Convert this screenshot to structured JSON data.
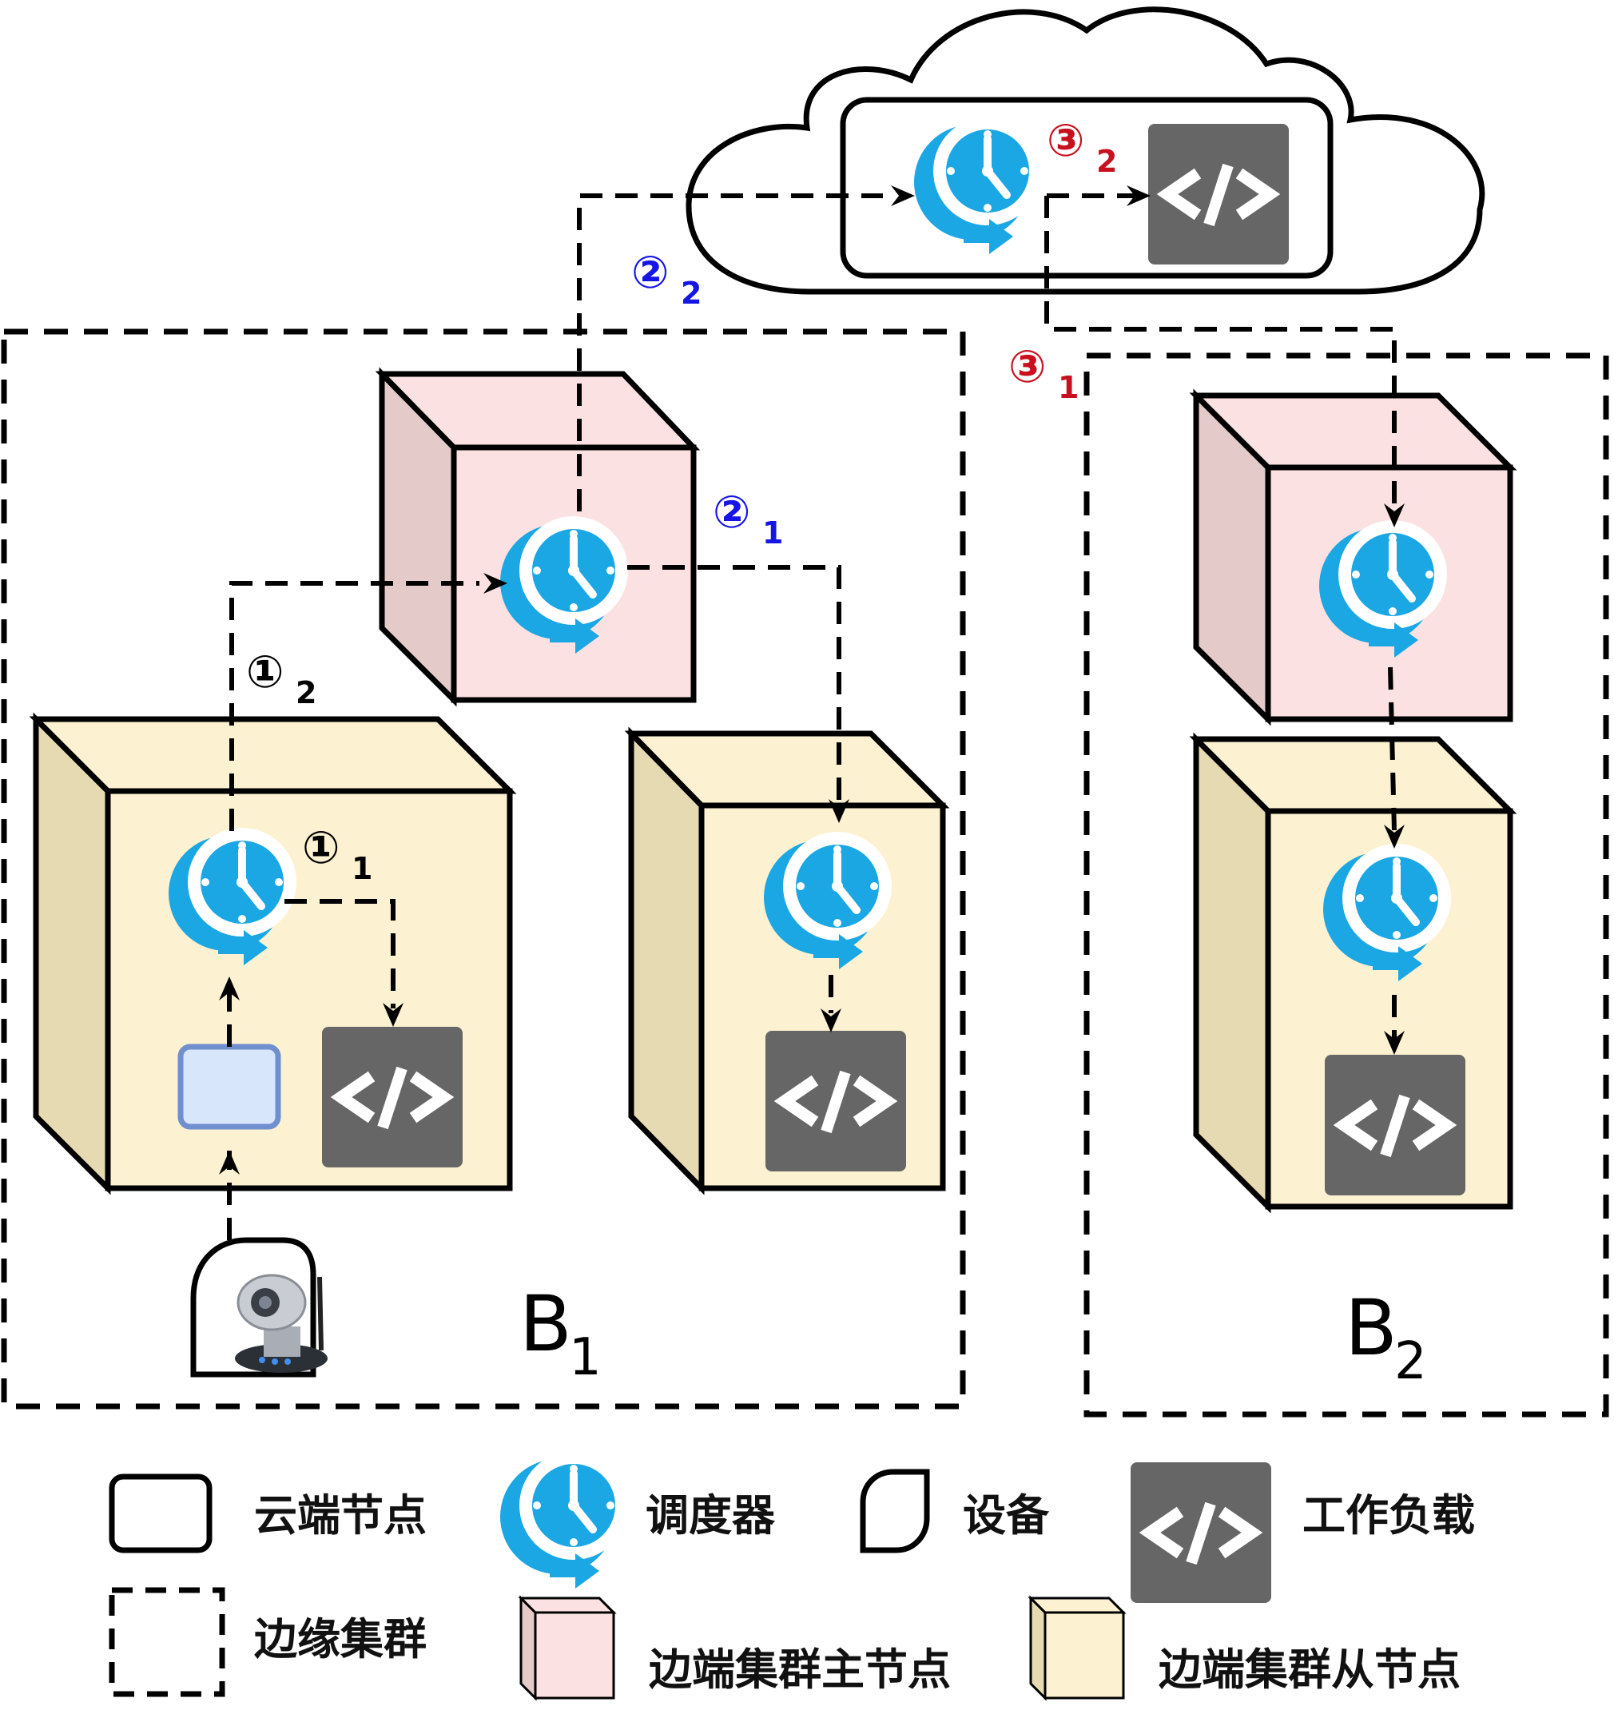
{
  "clusters": {
    "b1": {
      "letter": "B",
      "subscript": "1"
    },
    "b2": {
      "letter": "B",
      "subscript": "2"
    }
  },
  "steps": {
    "s1_1": {
      "glyph": "①",
      "sub": "1",
      "color": "#000000"
    },
    "s1_2": {
      "glyph": "①",
      "sub": "2",
      "color": "#000000"
    },
    "s2_1": {
      "glyph": "②",
      "sub": "1",
      "color": "#1515e6"
    },
    "s2_2": {
      "glyph": "②",
      "sub": "2",
      "color": "#1515e6"
    },
    "s3_1": {
      "glyph": "③",
      "sub": "1",
      "color": "#c8101e"
    },
    "s3_2": {
      "glyph": "③",
      "sub": "2",
      "color": "#c8101e"
    }
  },
  "legend": {
    "cloud_node": "云端节点",
    "scheduler": "调度器",
    "device": "设备",
    "workload": "工作负载",
    "edge_cluster": "边缘集群",
    "edge_master": "边端集群主节点",
    "edge_worker": "边端集群从节点"
  },
  "icons": {
    "scheduler": "clock-icon",
    "workload": "code-icon",
    "device": "camera-icon"
  },
  "colors": {
    "master_front": "#fbe1e1",
    "master_side": "#e5caca",
    "worker_front": "#fcf1d0",
    "worker_side": "#e6dab2",
    "scheduler_blue": "#1aa7e4",
    "workload_bg": "#666666",
    "queue_fill": "#d8e6fb",
    "queue_stroke": "#6f8fcf"
  }
}
